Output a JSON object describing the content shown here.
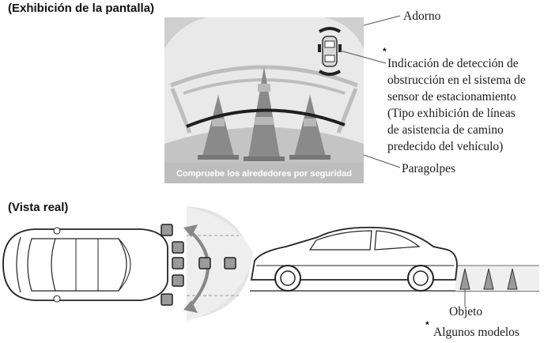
{
  "screen_heading": "(Exhibición de la pantalla)",
  "real_heading": "(Vista real)",
  "screen_message": "Compruebe los alrededores por seguridad",
  "labels": {
    "adorno": "Adorno",
    "asterisk": "*",
    "indication_lines": [
      "Indicación de detección de",
      "obstrucción en el sistema de",
      "sensor de estacionamiento",
      "(Tipo exhibición de líneas",
      "de asistencia de camino",
      "predecido del vehículo)"
    ],
    "paragolpes": "Paragolpes",
    "objeto": "Objeto",
    "footnote": "Algunos modelos"
  },
  "colors": {
    "screen_bg": "#e9e9e9",
    "frame": "#c9c9c9",
    "cone": "#8a8a8a",
    "guide_line": "#222222",
    "leader": "#555555"
  }
}
